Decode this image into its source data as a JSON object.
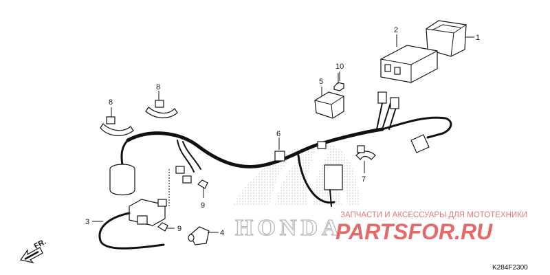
{
  "callouts": [
    {
      "id": "1",
      "label": "1"
    },
    {
      "id": "2",
      "label": "2"
    },
    {
      "id": "3",
      "label": "3"
    },
    {
      "id": "4",
      "label": "4"
    },
    {
      "id": "5",
      "label": "5"
    },
    {
      "id": "6",
      "label": "6"
    },
    {
      "id": "7",
      "label": "7"
    },
    {
      "id": "8a",
      "label": "8"
    },
    {
      "id": "8b",
      "label": "8"
    },
    {
      "id": "9a",
      "label": "9"
    },
    {
      "id": "9b",
      "label": "9"
    },
    {
      "id": "10",
      "label": "10"
    }
  ],
  "watermark": {
    "store_tagline": "ЗАПЧАСТИ И АКСЕССУАРЫ ДЛЯ МОТОТЕХНИКИ",
    "store_brand": "PARTSFOR.RU",
    "honda_mark": "HONDA",
    "colors": {
      "brand": "#e26a6a",
      "honda_wing": "#c8c8c8"
    }
  },
  "direction": {
    "label": "FR.",
    "icon": "front-arrow-icon"
  },
  "diagram_code": "K284F2300"
}
